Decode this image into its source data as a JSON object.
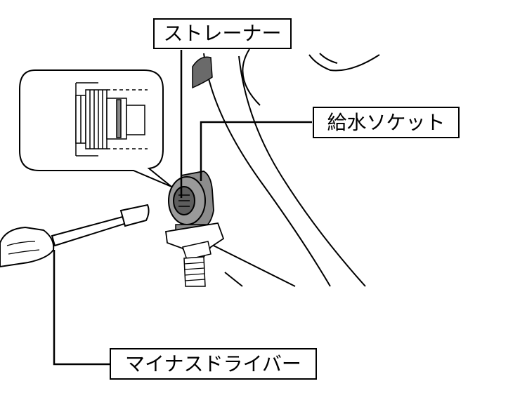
{
  "labels": {
    "strainer": "ストレーナー",
    "water_socket": "給水ソケット",
    "screwdriver": "マイナスドライバー"
  },
  "colors": {
    "line": "#000000",
    "fitting_gray": "#8c8c8c",
    "fitting_dark": "#5e5e5e",
    "background": "#ffffff"
  }
}
